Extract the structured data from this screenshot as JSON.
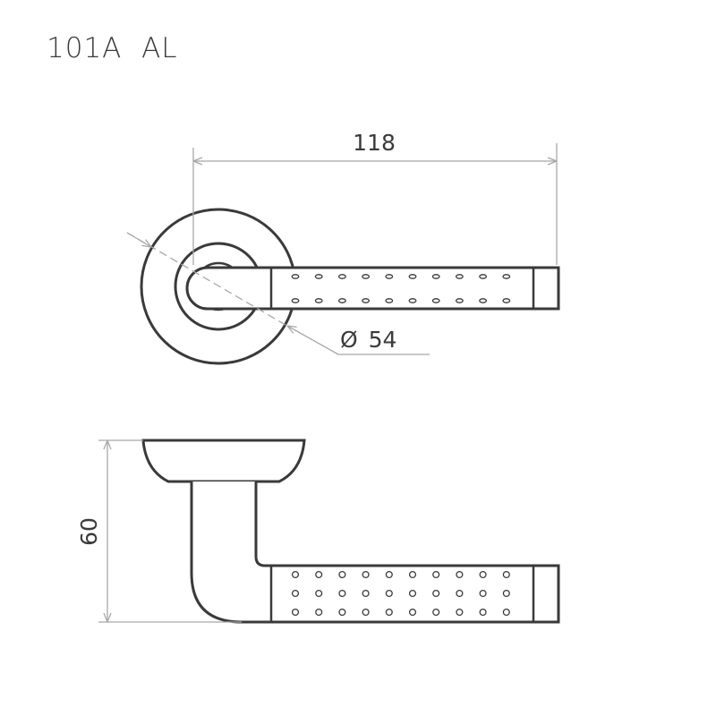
{
  "title": "101A  AL",
  "dimensions": {
    "width": "118",
    "diameter": "54",
    "diameter_symbol": "Ø",
    "height": "60"
  },
  "colors": {
    "outline": "#3a3a3a",
    "dimension_line": "#a8a8a8",
    "background": "#ffffff"
  },
  "views": [
    "front-view",
    "side-view"
  ]
}
